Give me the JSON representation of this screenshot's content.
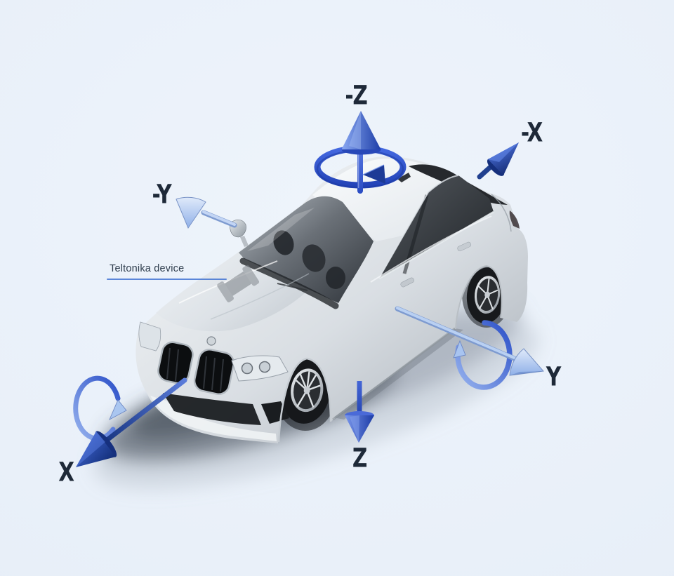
{
  "axes": {
    "neg_z": {
      "label": "-Z"
    },
    "neg_x": {
      "label": "-X"
    },
    "neg_y": {
      "label": "-Y"
    },
    "x": {
      "label": "X"
    },
    "y": {
      "label": "Y"
    },
    "z": {
      "label": "Z"
    }
  },
  "annotation": {
    "label": "Teltonika device"
  },
  "colors": {
    "background": "#e9f0f9",
    "axis_label_text": "#1e2938",
    "annotation_text": "#2f3d4d",
    "annotation_line": "#4273d2",
    "arrow_dark_blue": "#1d3c9e",
    "arrow_light_blue": "#aac6f0",
    "rotation_ring_blue": "#2f55d4",
    "car_body_silver": "#d9dee3",
    "glass_dark": "#2f343a",
    "shadow_gray": "#6b7684"
  }
}
